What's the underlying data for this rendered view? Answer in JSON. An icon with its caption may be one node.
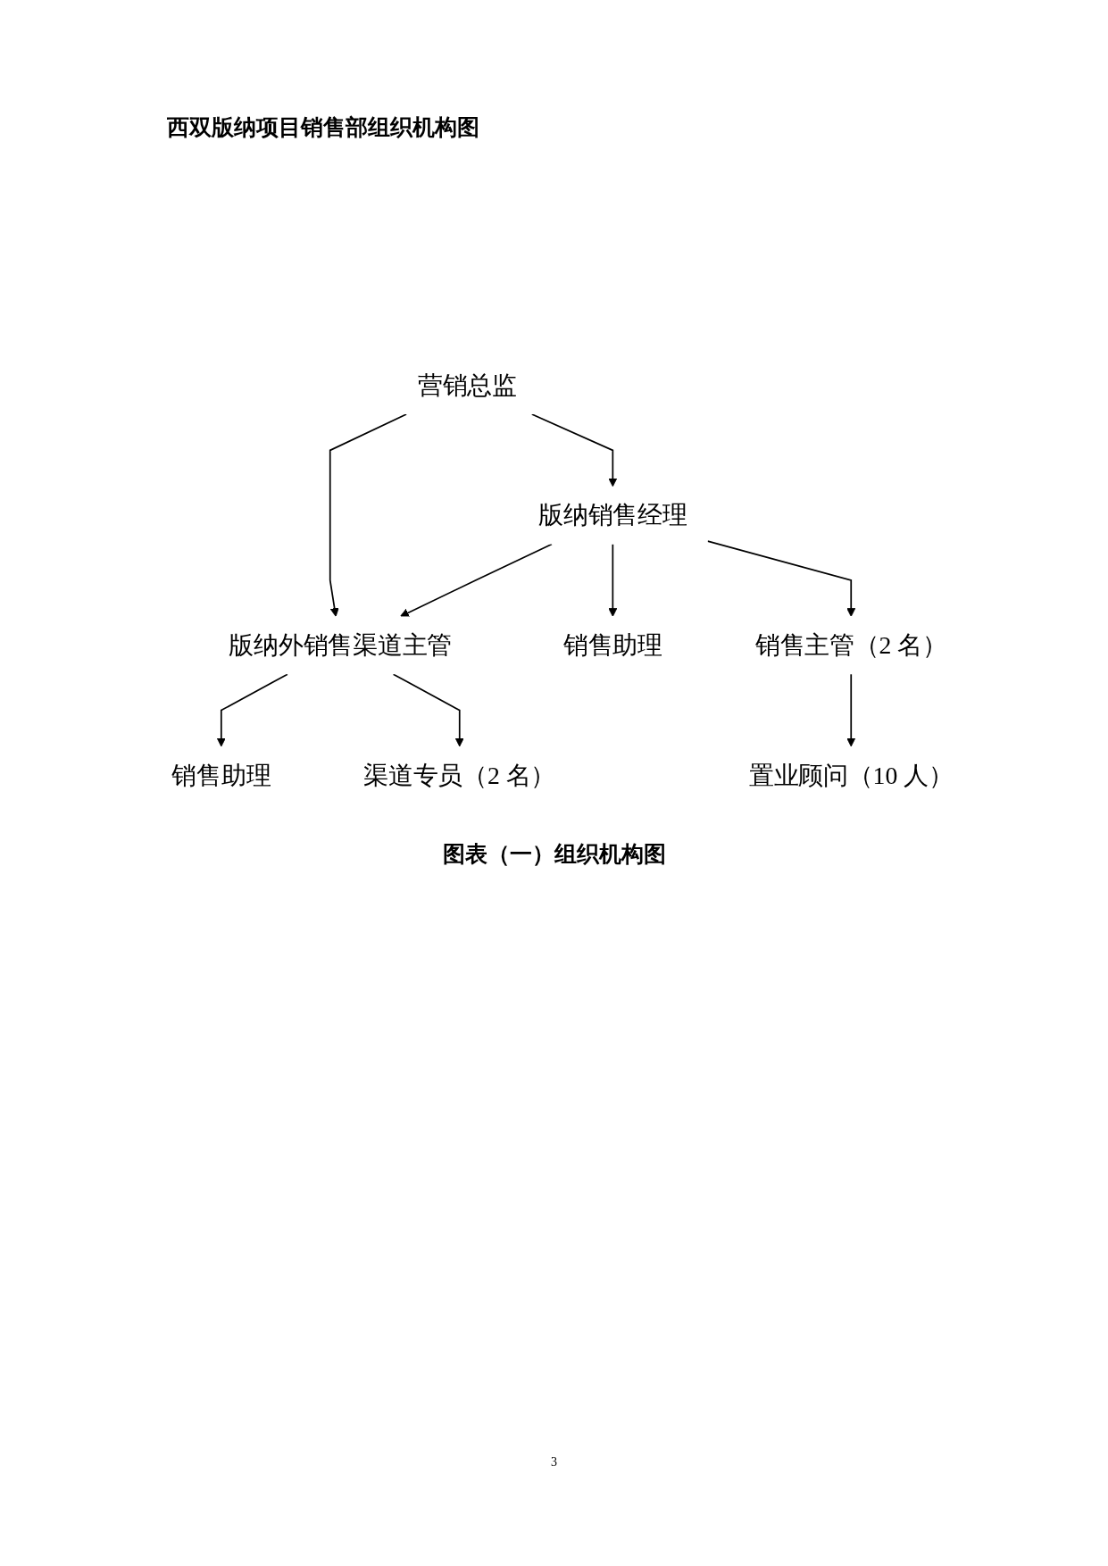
{
  "diagram": {
    "title": "西双版纳项目销售部组织机构图",
    "caption": "图表（一）组织机构图",
    "nodes": [
      {
        "text": [
          "营销总监"
        ]
      },
      {
        "text": [
          "版纳销售经理"
        ]
      },
      {
        "text": [
          "版纳外销售渠道主管"
        ]
      },
      {
        "text": [
          "销售助理"
        ]
      },
      {
        "text": [
          "销售主管（2 名）"
        ]
      },
      {
        "text": [
          "销售助理"
        ]
      },
      {
        "text": [
          "渠道专员（2 名）"
        ]
      },
      {
        "text": [
          "置业顾问（10 人）"
        ]
      }
    ],
    "edges": [
      {
        "from": 0,
        "to": 1,
        "arrow": "to"
      },
      {
        "from": 0,
        "to": 2,
        "arrow": "to"
      },
      {
        "from": 1,
        "to": 2,
        "arrow": "to"
      },
      {
        "from": 1,
        "to": 3,
        "arrow": "to"
      },
      {
        "from": 1,
        "to": 4,
        "arrow": "to"
      },
      {
        "from": 2,
        "to": 5,
        "arrow": "to"
      },
      {
        "from": 2,
        "to": 6,
        "arrow": "to"
      },
      {
        "from": 4,
        "to": 7,
        "arrow": "to"
      }
    ],
    "labels": [
      "3"
    ]
  }
}
